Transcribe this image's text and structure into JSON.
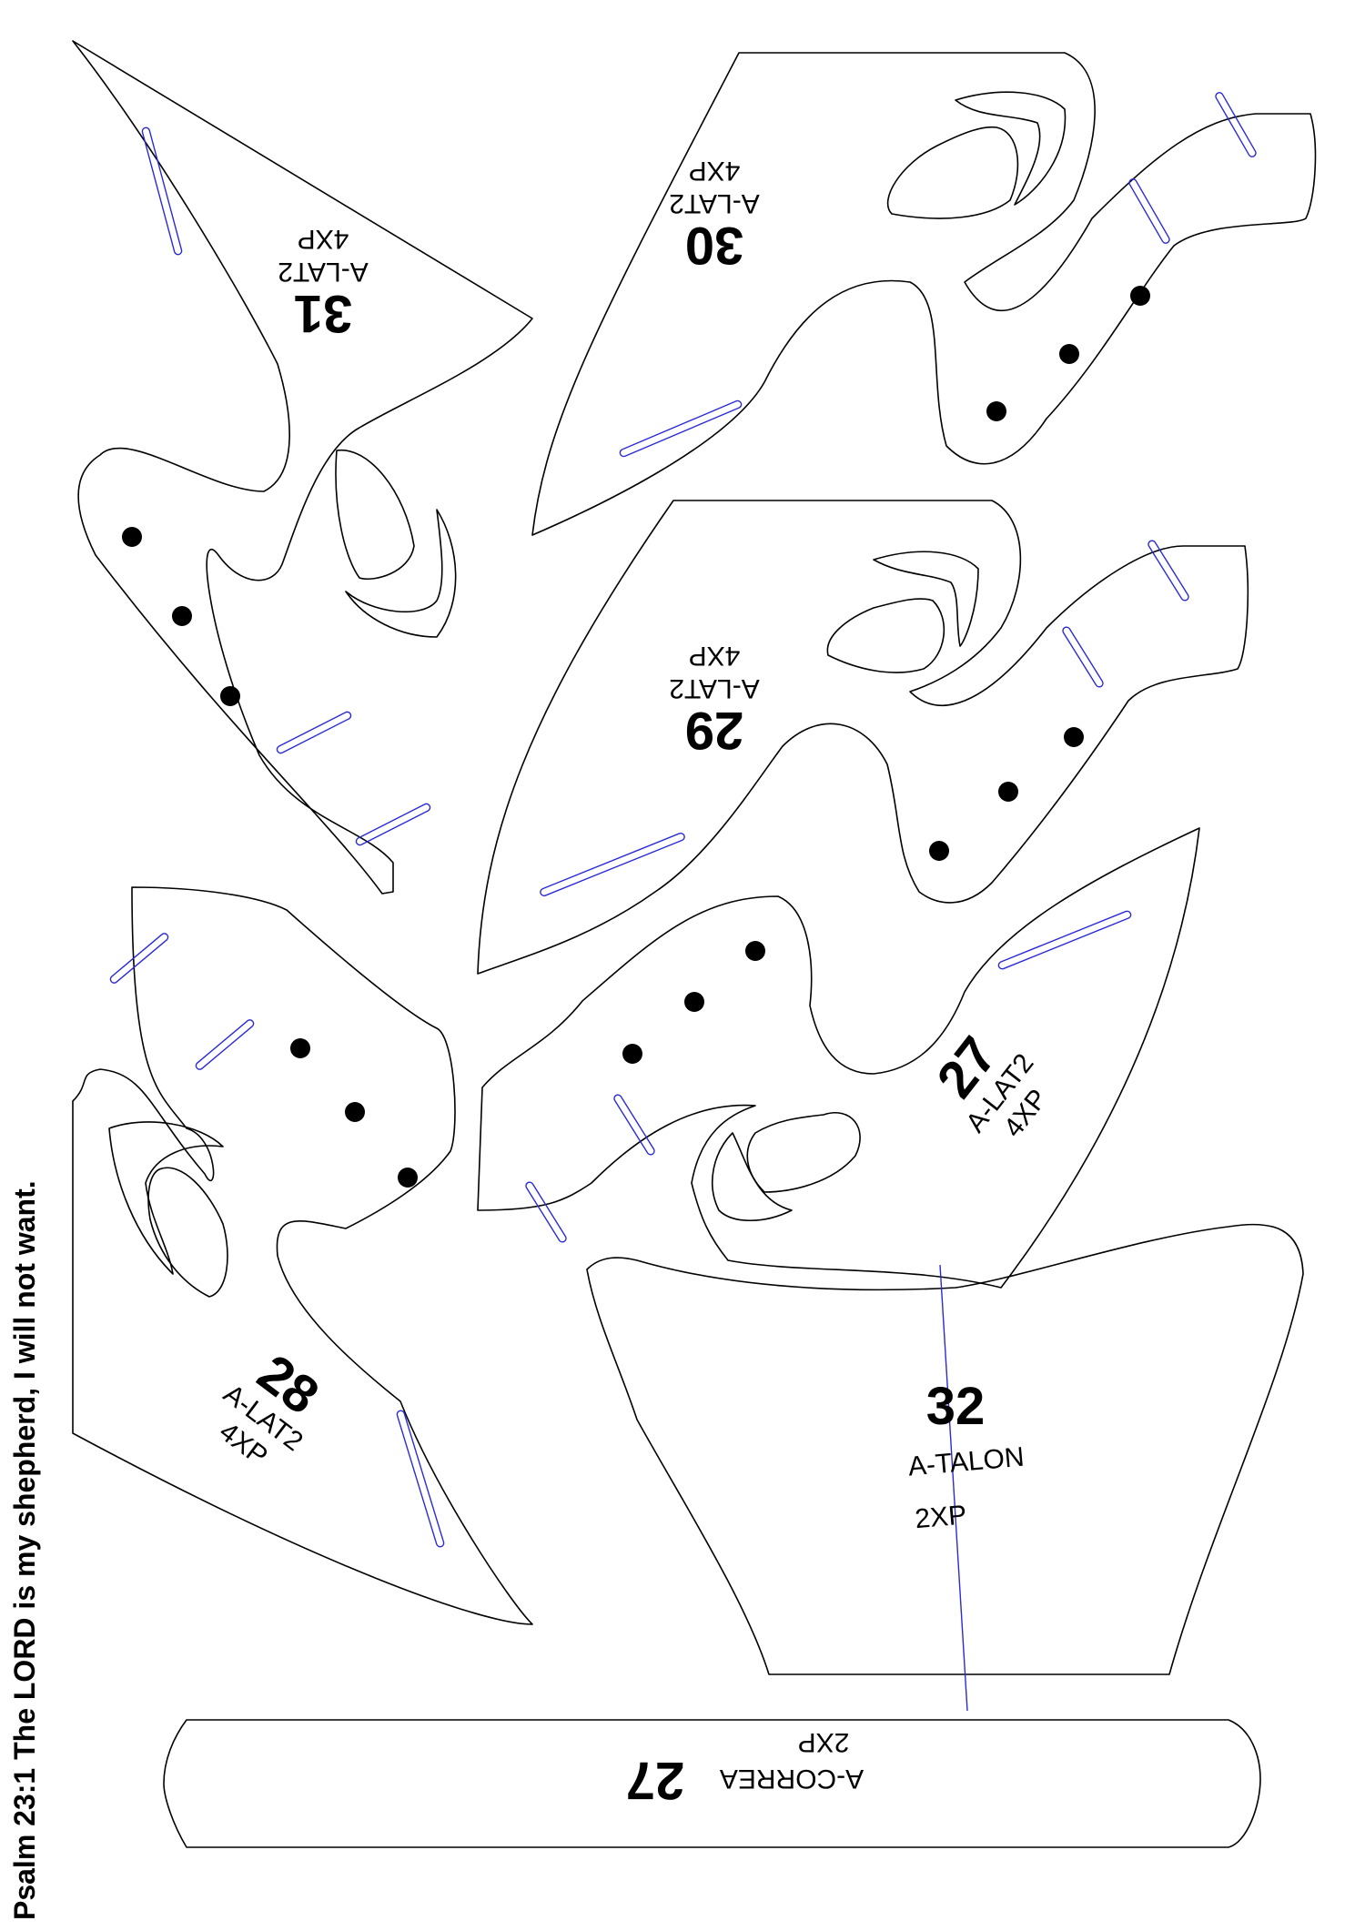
{
  "colors": {
    "outline": "#000000",
    "slot": "#2b2bd6",
    "hole": "#000000"
  },
  "verse": "Psalm 23:1 The LORD is my shepherd, I will not want.",
  "pieces": {
    "p27": {
      "number": "27",
      "name": "A-LAT2",
      "qty": "4XP"
    },
    "p28": {
      "number": "28",
      "name": "A-LAT2",
      "qty": "4XP"
    },
    "p29": {
      "number": "29",
      "name": "A-LAT2",
      "qty": "4XP"
    },
    "p30": {
      "number": "30",
      "name": "A-LAT2",
      "qty": "4XP"
    },
    "p31": {
      "number": "31",
      "name": "A-LAT2",
      "qty": "4XP"
    },
    "p32": {
      "number": "32",
      "name": "A-TALON",
      "qty": "2XP"
    },
    "strap": {
      "number": "27",
      "name": "A-CORREA",
      "qty": "2XP"
    }
  }
}
